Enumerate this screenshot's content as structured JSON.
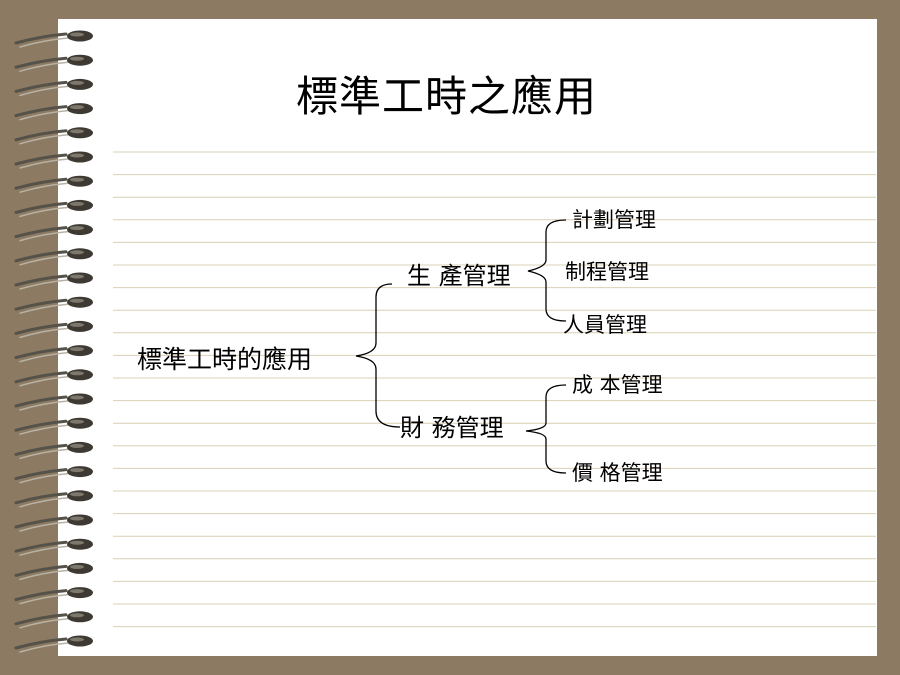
{
  "slide": {
    "title": "標準工時之應用"
  },
  "tree": {
    "root": "標準工時的應用",
    "branches": [
      {
        "label": "生 產管理",
        "children": [
          "計劃管理",
          "制程管理",
          "人員管理"
        ]
      },
      {
        "label": "財 務管理",
        "children": [
          "成 本管理",
          "價 格管理"
        ]
      }
    ]
  },
  "colors": {
    "background": "#8c7a62",
    "paper": "#ffffff",
    "ruled_line": "#d9d0b4",
    "ring": "#55524a"
  }
}
